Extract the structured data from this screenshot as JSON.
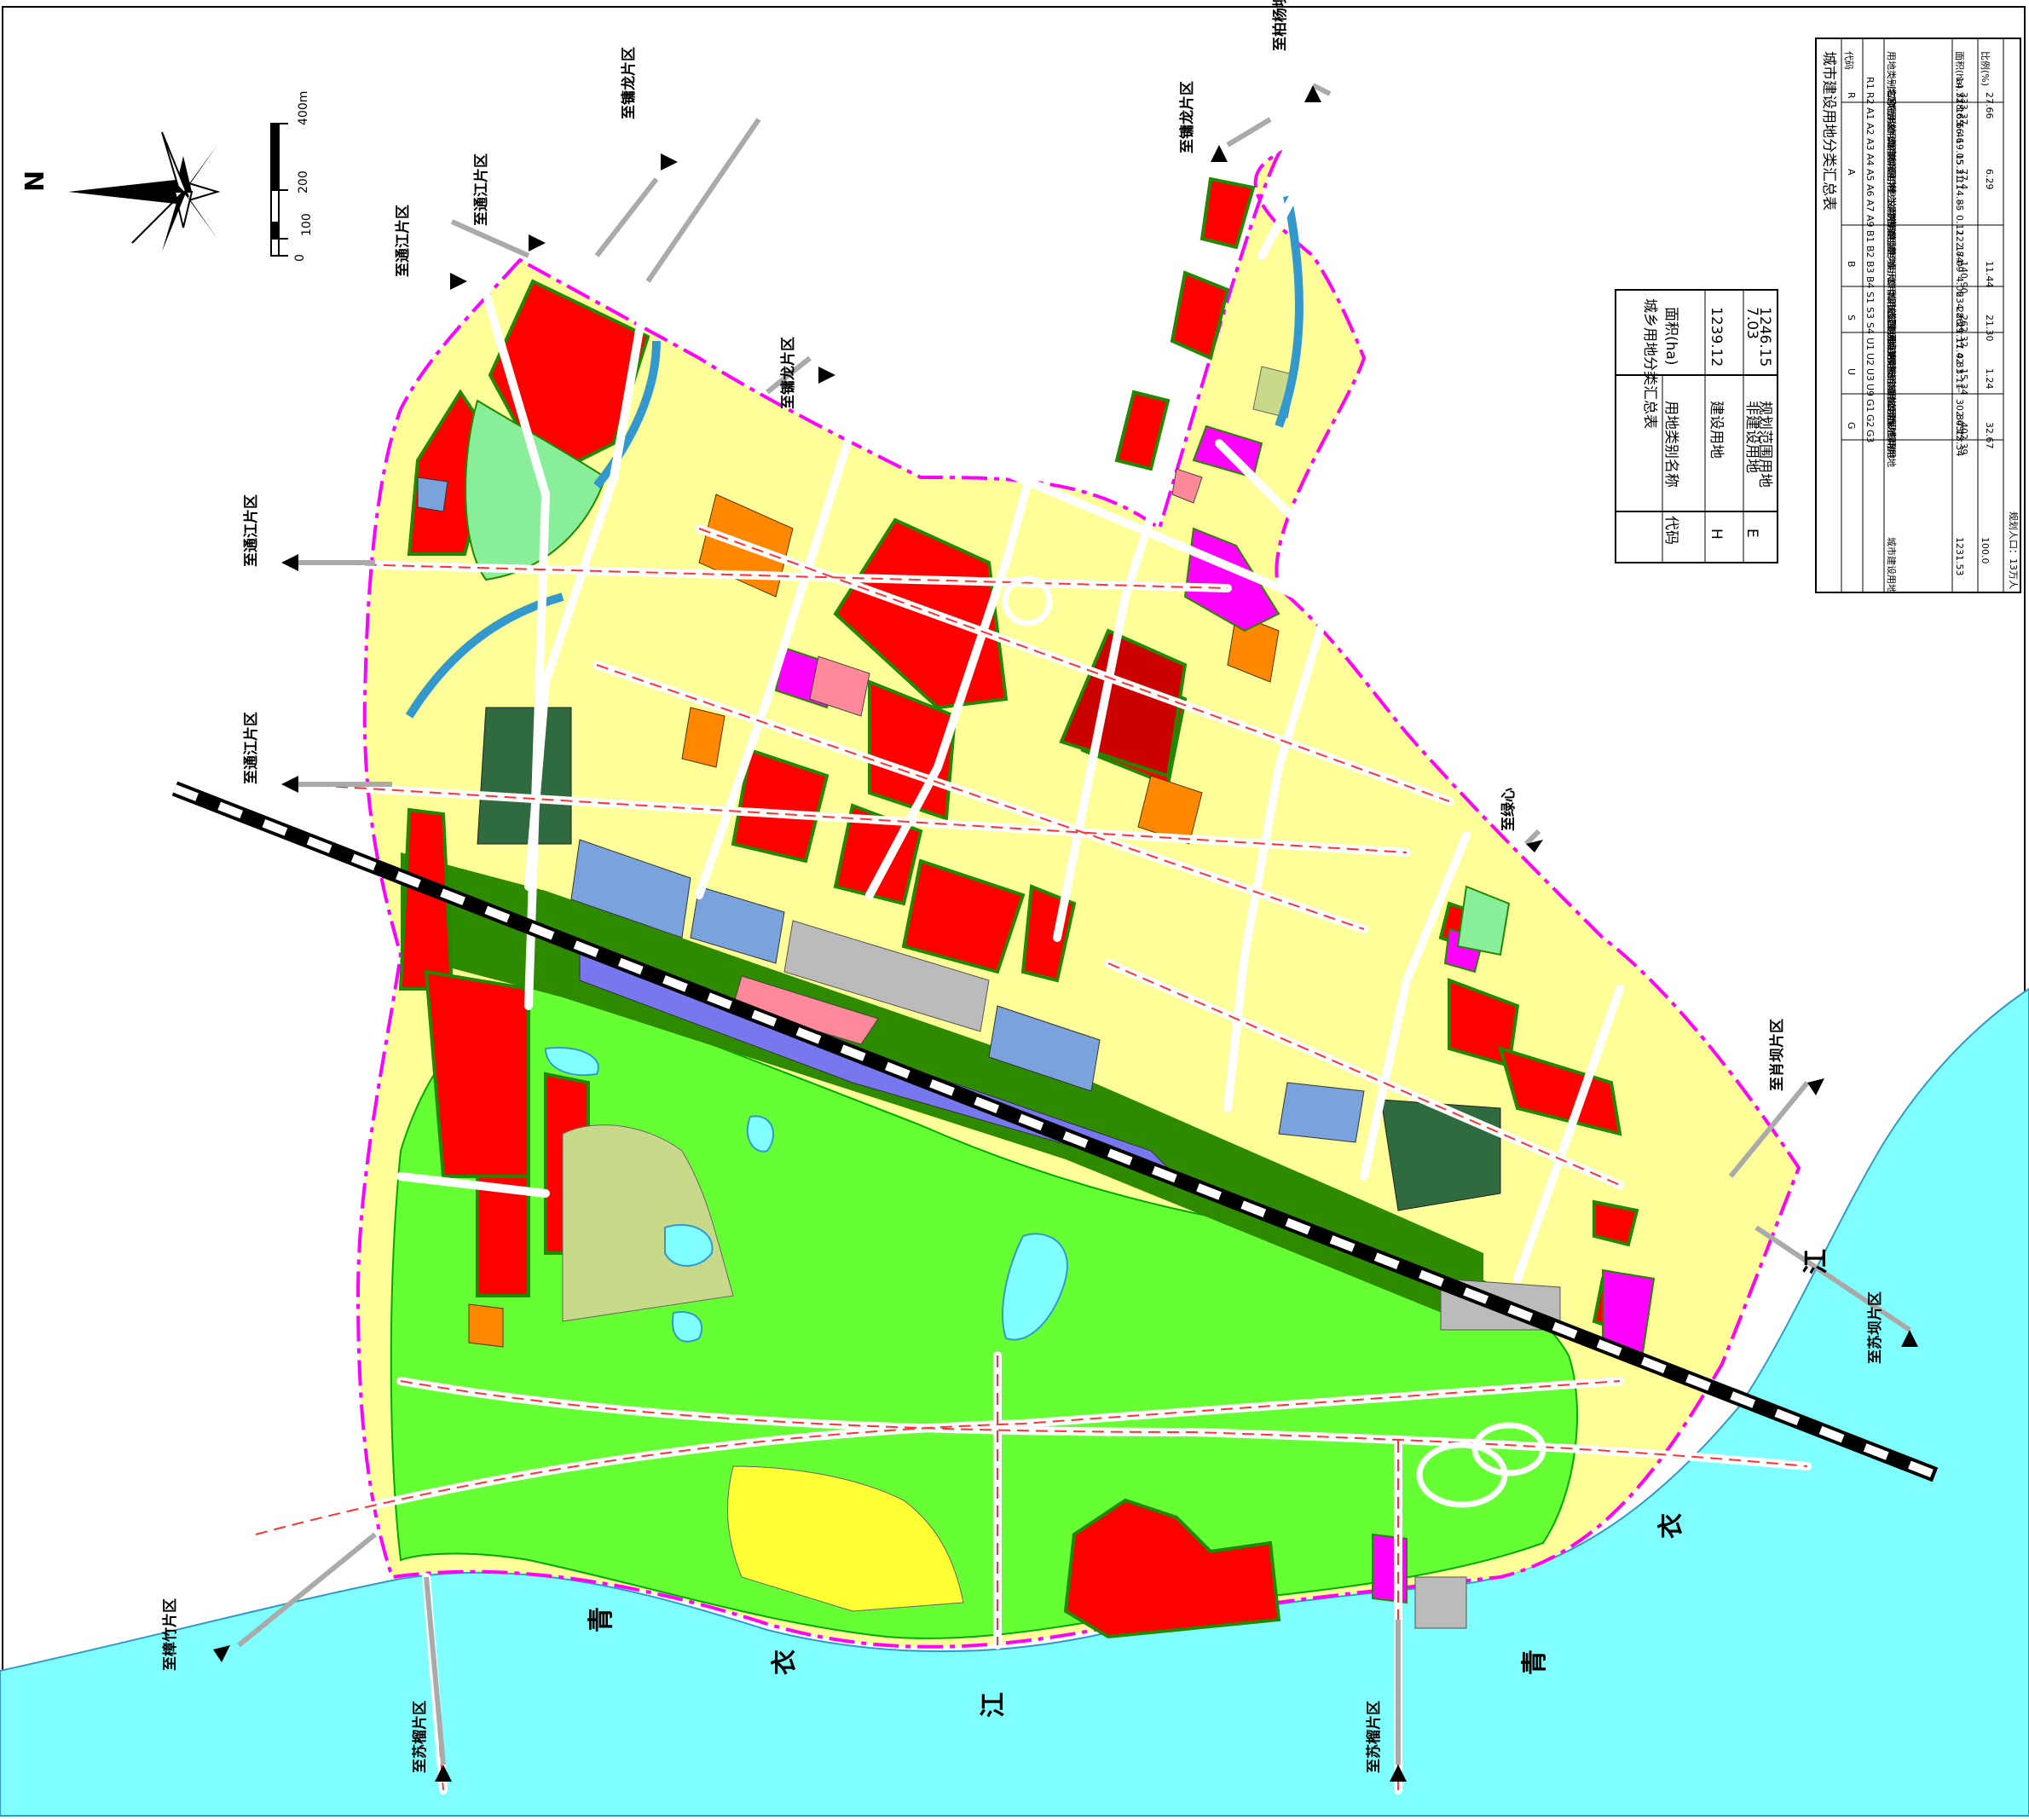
{
  "colors": {
    "residential": "#ffff99",
    "commercial": "#ff0000",
    "green": "#66ff33",
    "protection_green": "#2e8b00",
    "water": "#7fffff",
    "rail_land": "#7777ee",
    "admin": "#ff8800",
    "public_blue": "#7aa2dd",
    "gray": "#bbbbbb",
    "magenta": "#ff00ff",
    "pink": "#ff8899",
    "boundary": "#ff00ff",
    "road": "#cc0000"
  },
  "compass": {
    "label": "N"
  },
  "scale": {
    "labels": [
      "0",
      "100",
      "200",
      "400m"
    ]
  },
  "directions": [
    "至柏杨坝片区",
    "至镛龙片区",
    "至通江片区",
    "至镛龙片区",
    "至通江片区",
    "至通江片区",
    "至通江片区",
    "至镛龙片区",
    "至绿心",
    "至肖坝片区",
    "至苏坝片区",
    "至苏榴片区",
    "至苏榴片区",
    "至樟竹片区"
  ],
  "river": {
    "chars": [
      "青",
      "衣",
      "江",
      "青",
      "衣",
      "江"
    ]
  },
  "summary_table": {
    "title": "城乡用地分类汇总表",
    "headers": [
      "代码",
      "用地类别名称",
      "面积(ha)"
    ],
    "rows": [
      {
        "code": "H",
        "name": "建设用地",
        "area": "1239.12"
      },
      {
        "code": "E",
        "name": "非建设用地",
        "area": "7.03"
      },
      {
        "code": "",
        "name": "规划范围用地",
        "area": "1246.15"
      }
    ]
  },
  "urban_table": {
    "title": "城市建设用地分类汇总表",
    "row_headers": [
      "代码",
      "用地类别名称",
      "面积(ha)",
      "比例(%)"
    ],
    "groups": [
      {
        "code": "R",
        "cols": [
          {
            "sub": "R1",
            "name": "一类居住用地",
            "area": "14.72"
          },
          {
            "sub": "R2",
            "name": "二类居住用地",
            "area": "318.65"
          }
        ],
        "total": "333.37",
        "pct": "27.66"
      },
      {
        "code": "A",
        "cols": [
          {
            "sub": "A1",
            "name": "行政办公用地",
            "area": "16.16"
          },
          {
            "sub": "A2",
            "name": "文化设施用地",
            "area": "6.46"
          },
          {
            "sub": "A3",
            "name": "教育科研用地",
            "area": "19.05"
          },
          {
            "sub": "A4",
            "name": "体育用地",
            "area": "15.31"
          },
          {
            "sub": "A5",
            "name": "医疗卫生用地",
            "area": "2.11"
          },
          {
            "sub": "A6",
            "name": "社会福利用地",
            "area": "14.85"
          },
          {
            "sub": "A7",
            "name": "文物古迹用地",
            "area": "—"
          },
          {
            "sub": "A9",
            "name": "宗教用地",
            "area": "0.12"
          }
        ],
        "total": "77.4",
        "pct": "6.29"
      },
      {
        "code": "B",
        "cols": [
          {
            "sub": "B1",
            "name": "商业用地",
            "area": "122.84"
          },
          {
            "sub": "B2",
            "name": "商务用地",
            "area": "17.09"
          },
          {
            "sub": "B3",
            "name": "娱乐康体用地",
            "area": "—"
          },
          {
            "sub": "B4",
            "name": "公用设施营业网点用地",
            "area": "4.06"
          }
        ],
        "total": "140.90",
        "pct": "11.44"
      },
      {
        "code": "S",
        "cols": [
          {
            "sub": "S1",
            "name": "城市道路用地",
            "area": "234.86"
          },
          {
            "sub": "S3",
            "name": "交通枢纽用地",
            "area": "22.29"
          },
          {
            "sub": "S4",
            "name": "交通场站用地",
            "area": "11.17"
          }
        ],
        "total": "262.32",
        "pct": "21.30"
      },
      {
        "code": "U",
        "cols": [
          {
            "sub": "U1",
            "name": "供应设施用地",
            "area": "11.42"
          },
          {
            "sub": "U2",
            "name": "环境设施用地",
            "area": "0.81"
          },
          {
            "sub": "U3",
            "name": "安全设施用地",
            "area": "3.11"
          },
          {
            "sub": "U9",
            "name": "其他公用设施用地",
            "area": "—"
          }
        ],
        "total": "15.34",
        "pct": "1.24"
      },
      {
        "code": "G",
        "cols": [
          {
            "sub": "G1",
            "name": "公园绿地",
            "area": "302.05"
          },
          {
            "sub": "G2",
            "name": "防护绿地",
            "area": "84.72"
          },
          {
            "sub": "G3",
            "name": "广场用地",
            "area": "13.34"
          }
        ],
        "total": "402.39",
        "pct": "32.67"
      }
    ],
    "total_row": {
      "name": "城市建设用地",
      "area": "1231.53",
      "pct": "100.0"
    },
    "population_note": "规划人口：13万人"
  }
}
